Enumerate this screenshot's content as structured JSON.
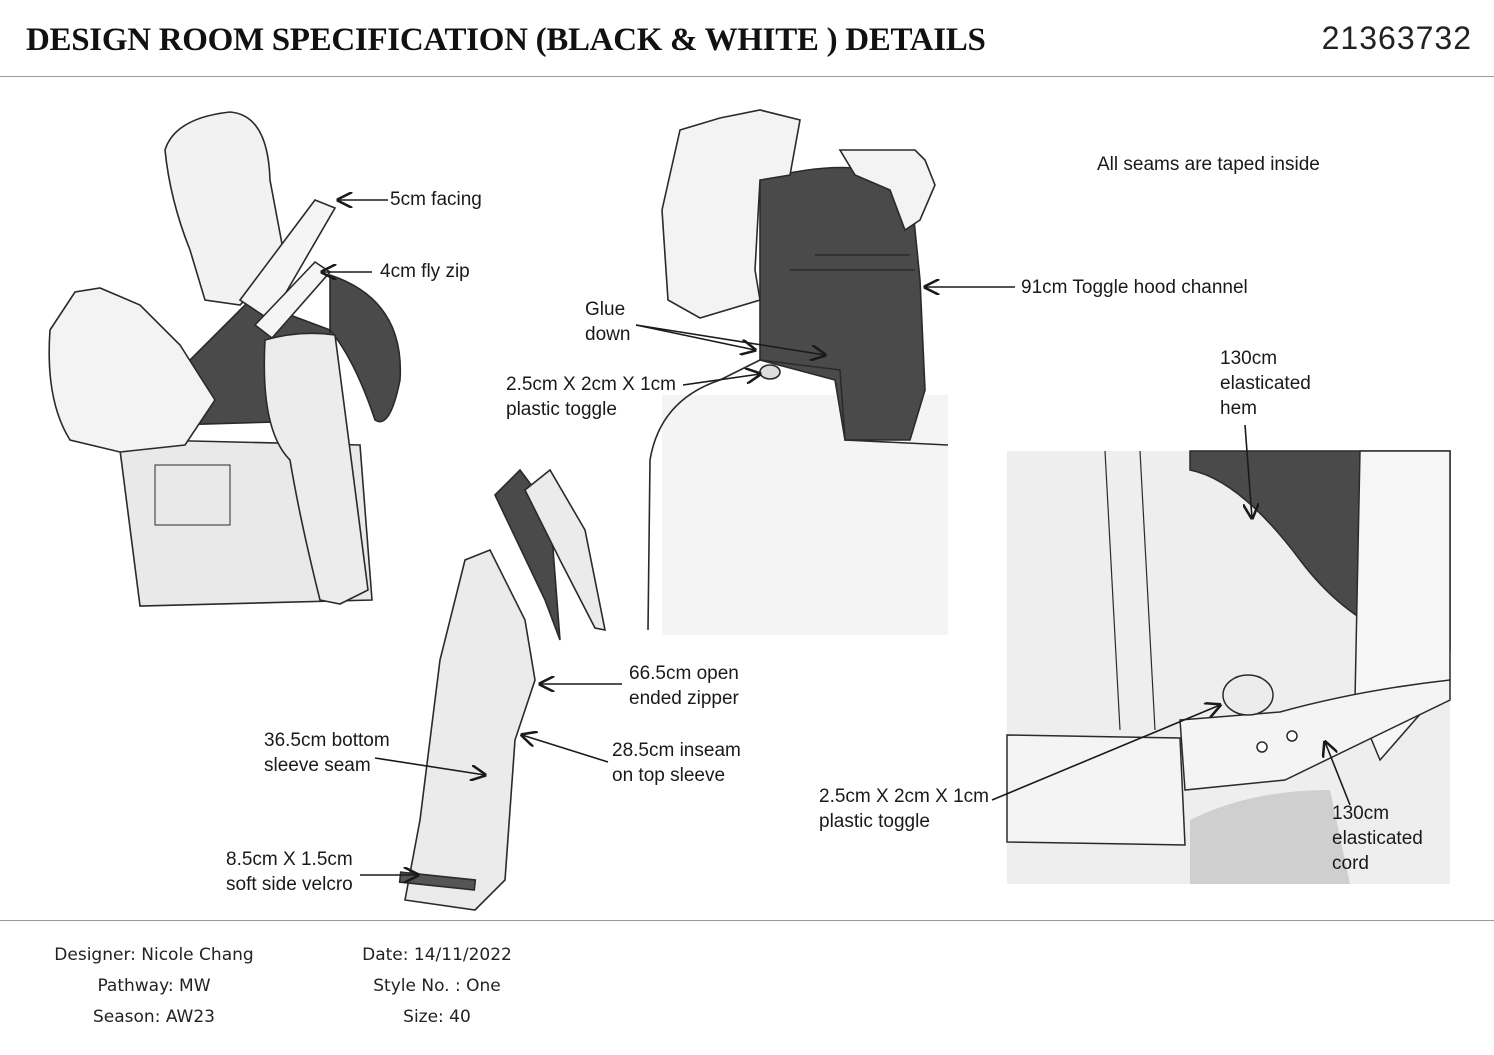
{
  "header": {
    "title": "DESIGN ROOM SPECIFICATION (BLACK & WHITE ) DETAILS",
    "code": "21363732"
  },
  "notes": {
    "seams": "All seams are taped inside"
  },
  "callouts": {
    "facing": "5cm facing",
    "fly_zip": "4cm fly zip",
    "glue": "Glue\ndown",
    "toggle_hood": "2.5cm X 2cm X 1cm\nplastic toggle",
    "hood_channel": "91cm Toggle hood channel",
    "elastic_hem": "130cm\nelasticated\nhem",
    "zipper": "66.5cm open\nended zipper",
    "inseam": "28.5cm inseam\non top sleeve",
    "bottom_seam": "36.5cm bottom\nsleeve seam",
    "velcro": "8.5cm X 1.5cm\nsoft side velcro",
    "toggle_hem": "2.5cm X 2cm X 1cm\nplastic toggle",
    "elastic_cord": "130cm\nelasticated\ncord"
  },
  "footer": {
    "designer": "Designer: Nicole Chang",
    "pathway": "Pathway: MW",
    "season": "Season: AW23",
    "date": "Date: 14/11/2022",
    "style_no": "Style No. : One",
    "size": "Size: 40"
  },
  "colors": {
    "fabric_light": "#efefef",
    "fabric_dark": "#4a4a4a",
    "ink": "#1a1a1a"
  }
}
